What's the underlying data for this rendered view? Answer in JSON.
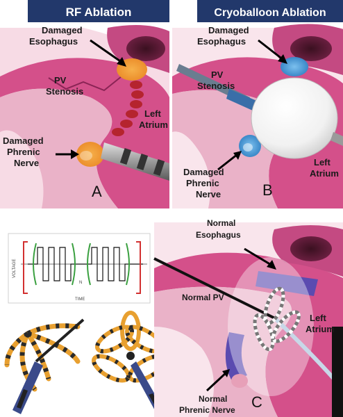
{
  "panel_a": {
    "header": "RF Ablation",
    "letter": "A",
    "labels": {
      "esophagus": [
        "Damaged",
        "Esophagus"
      ],
      "pv_stenosis": [
        "PV",
        "Stenosis"
      ],
      "left_atrium": [
        "Left",
        "Atrium"
      ],
      "phrenic": [
        "Damaged",
        "Phrenic",
        "Nerve"
      ]
    }
  },
  "panel_b": {
    "header": "Cryoballoon Ablation",
    "letter": "B",
    "labels": {
      "esophagus": [
        "Damaged",
        "Esophagus"
      ],
      "pv_stenosis": [
        "PV",
        "Stenosis"
      ],
      "left_atrium": [
        "Left",
        "Atrium"
      ],
      "phrenic": [
        "Damaged",
        "Phrenic",
        "Nerve"
      ]
    }
  },
  "panel_c": {
    "letter": "C",
    "labels": {
      "esophagus": [
        "Normal",
        "Esophagus"
      ],
      "normal_pv": "Normal PV",
      "left_atrium": [
        "Left",
        "Atrium"
      ],
      "phrenic": [
        "Normal",
        "Phrenic Nerve"
      ]
    },
    "waveform": {
      "ylabel": "VOLTAGE",
      "xlabel": "TIME",
      "marker": "N"
    }
  },
  "colors": {
    "header_bg": "#22386b",
    "tissue_pink": "#d4508a",
    "tissue_dark": "#a8336a",
    "tissue_light": "#e59ab8",
    "orange_lesion": "#f0a040",
    "blue_lesion": "#4a9ed8",
    "band_purple": "#5b4bb0"
  }
}
